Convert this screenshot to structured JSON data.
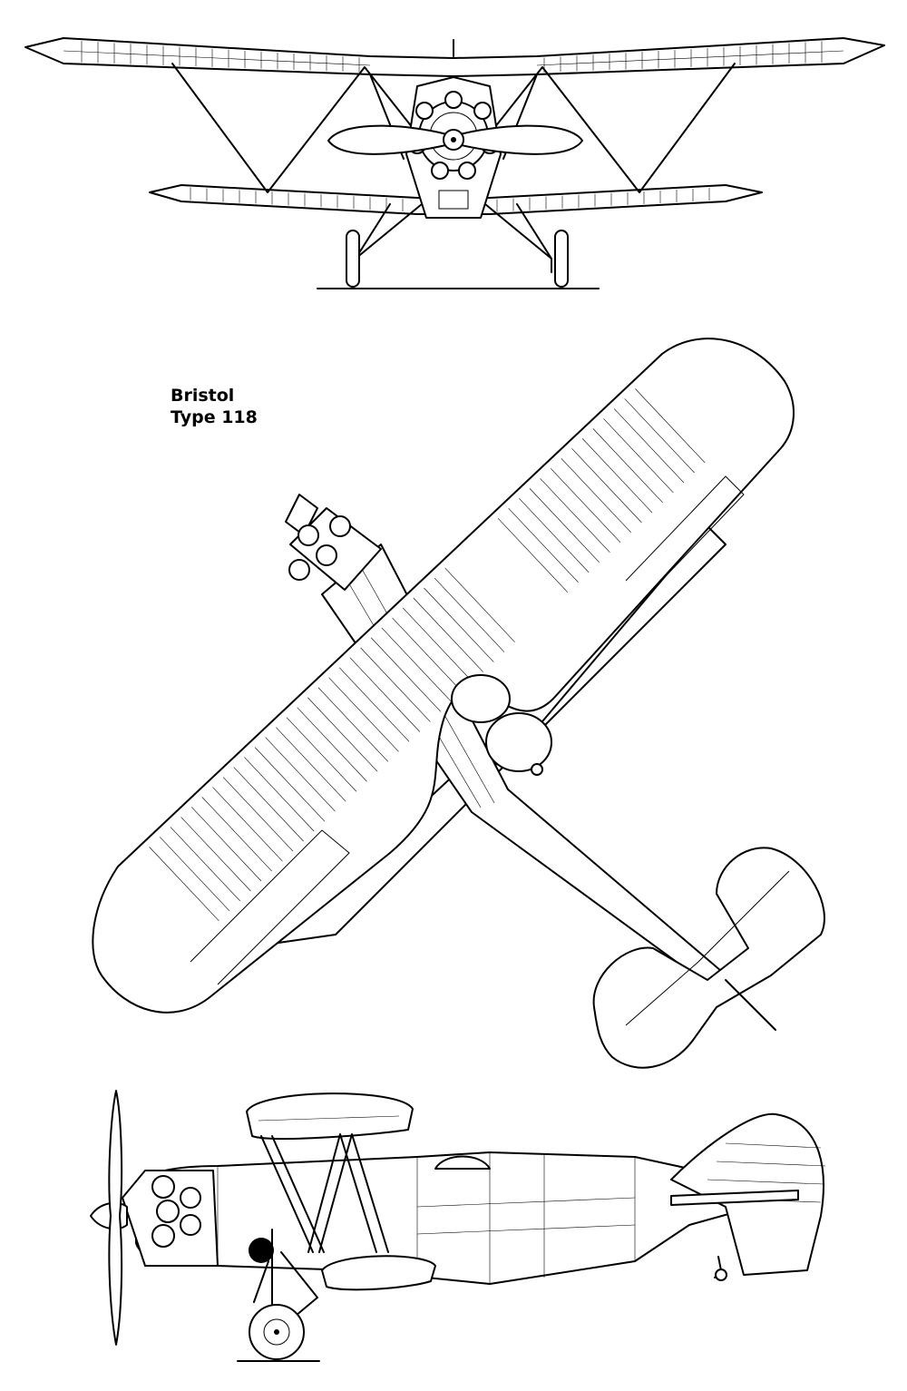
{
  "drawing": {
    "title_line1": "Bristol",
    "title_line2": "Type 118",
    "views": [
      "front",
      "top",
      "side"
    ]
  }
}
